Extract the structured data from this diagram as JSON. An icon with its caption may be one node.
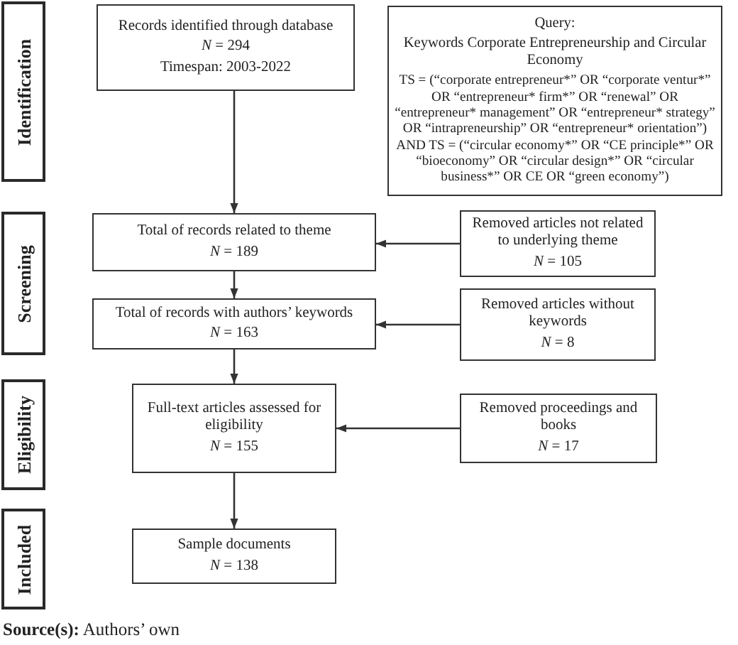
{
  "diagram": {
    "caption": "**Source(s):** Authors’ own",
    "nodes": [
      {
        "text": [
          "Identification"
        ]
      },
      {
        "text": [
          "Records identified through database",
          "*N* = 294",
          "Timespan: 2003-2022"
        ]
      },
      {
        "text": [
          "Query:",
          "Keywords Corporate Entrepreneurship and Circular Economy",
          "TS = (“corporate entrepreneur*” OR “corporate ventur*” OR “entrepreneur* firm*” OR “renewal” OR “entrepreneur* management” OR “entrepreneur* strategy” OR “intrapreneurship” OR “entrepreneur* orientation”) AND TS = (“circular economy*” OR “CE principle*” OR “bioeconomy” OR “circular design*” OR “circular business*” OR CE OR “green economy”)"
        ]
      },
      {
        "text": [
          "Screening"
        ]
      },
      {
        "text": [
          "Total of records related to theme",
          "*N* = 189"
        ]
      },
      {
        "text": [
          "Removed articles not related to underlying theme",
          "*N* = 105"
        ]
      },
      {
        "text": [
          "Total of records with authors’ keywords",
          "*N* = 163"
        ]
      },
      {
        "text": [
          "Removed articles without keywords",
          "*N* = 8"
        ]
      },
      {
        "text": [
          "Eligibility"
        ]
      },
      {
        "text": [
          "Full-text articles assessed for eligibility",
          "*N* = 155"
        ]
      },
      {
        "text": [
          "Removed proceedings and books",
          "*N* = 17"
        ]
      },
      {
        "text": [
          "Included"
        ]
      },
      {
        "text": [
          "Sample documents",
          "*N* = 138"
        ]
      }
    ],
    "edges": [
      {
        "from": 1,
        "to": 4,
        "arrow": "to"
      },
      {
        "from": 5,
        "to": 4,
        "arrow": "to"
      },
      {
        "from": 4,
        "to": 6,
        "arrow": "to"
      },
      {
        "from": 7,
        "to": 6,
        "arrow": "to"
      },
      {
        "from": 6,
        "to": 9,
        "arrow": "to"
      },
      {
        "from": 10,
        "to": 9,
        "arrow": "to"
      },
      {
        "from": 9,
        "to": 12,
        "arrow": "to"
      }
    ]
  }
}
